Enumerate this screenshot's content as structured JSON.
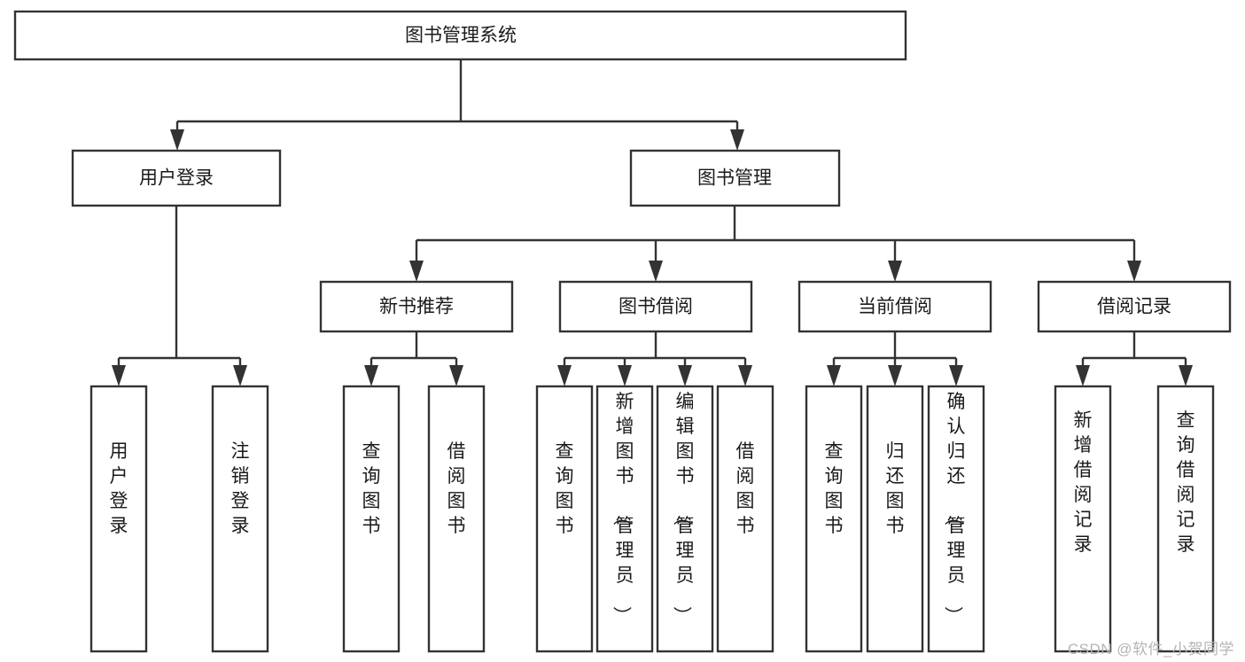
{
  "diagram": {
    "title": "图书管理系统",
    "type": "tree",
    "orientation": "top-down",
    "watermark": "CSDN @软件_小贺同学",
    "colors": {
      "background": "#ffffff",
      "box_fill": "#ffffff",
      "box_stroke": "#333333",
      "connector": "#333333",
      "text": "#1a1a1a",
      "watermark": "#b5b5b5"
    },
    "nodes": {
      "root": {
        "label": "图书管理系统",
        "level": 1,
        "text_orientation": "horizontal"
      },
      "n_user_login": {
        "label": "用户登录",
        "level": 2,
        "text_orientation": "horizontal"
      },
      "n_book_manage": {
        "label": "图书管理",
        "level": 2,
        "text_orientation": "horizontal"
      },
      "n_new_book_rec": {
        "label": "新书推荐",
        "level": 3,
        "text_orientation": "horizontal"
      },
      "n_book_borrow": {
        "label": "图书借阅",
        "level": 3,
        "text_orientation": "horizontal"
      },
      "n_current_borrow": {
        "label": "当前借阅",
        "level": 3,
        "text_orientation": "horizontal"
      },
      "n_borrow_record": {
        "label": "借阅记录",
        "level": 3,
        "text_orientation": "horizontal"
      },
      "l_user_login": {
        "label": "用户登录",
        "level": 4,
        "text_orientation": "vertical"
      },
      "l_logout": {
        "label": "注销登录",
        "level": 4,
        "text_orientation": "vertical"
      },
      "l_query_book_1": {
        "label": "查询图书",
        "level": 4,
        "text_orientation": "vertical"
      },
      "l_borrow_book_1": {
        "label": "借阅图书",
        "level": 4,
        "text_orientation": "vertical"
      },
      "l_query_book_2": {
        "label": "查询图书",
        "level": 4,
        "text_orientation": "vertical"
      },
      "l_add_book": {
        "label": "新增图书（管理员）",
        "level": 4,
        "text_orientation": "vertical"
      },
      "l_edit_book": {
        "label": "编辑图书（管理员）",
        "level": 4,
        "text_orientation": "vertical"
      },
      "l_borrow_book_2": {
        "label": "借阅图书",
        "level": 4,
        "text_orientation": "vertical"
      },
      "l_query_book_3": {
        "label": "查询图书",
        "level": 4,
        "text_orientation": "vertical"
      },
      "l_return_book": {
        "label": "归还图书",
        "level": 4,
        "text_orientation": "vertical"
      },
      "l_confirm_return": {
        "label": "确认归还（管理员）",
        "level": 4,
        "text_orientation": "vertical"
      },
      "l_add_record": {
        "label": "新增借阅记录",
        "level": 4,
        "text_orientation": "vertical"
      },
      "l_query_record": {
        "label": "查询借阅记录",
        "level": 4,
        "text_orientation": "vertical"
      }
    },
    "edges": [
      {
        "from": "root",
        "to": "n_user_login"
      },
      {
        "from": "root",
        "to": "n_book_manage"
      },
      {
        "from": "n_user_login",
        "to": "l_user_login"
      },
      {
        "from": "n_user_login",
        "to": "l_logout"
      },
      {
        "from": "n_book_manage",
        "to": "n_new_book_rec"
      },
      {
        "from": "n_book_manage",
        "to": "n_book_borrow"
      },
      {
        "from": "n_book_manage",
        "to": "n_current_borrow"
      },
      {
        "from": "n_book_manage",
        "to": "n_borrow_record"
      },
      {
        "from": "n_new_book_rec",
        "to": "l_query_book_1"
      },
      {
        "from": "n_new_book_rec",
        "to": "l_borrow_book_1"
      },
      {
        "from": "n_book_borrow",
        "to": "l_query_book_2"
      },
      {
        "from": "n_book_borrow",
        "to": "l_add_book"
      },
      {
        "from": "n_book_borrow",
        "to": "l_edit_book"
      },
      {
        "from": "n_book_borrow",
        "to": "l_borrow_book_2"
      },
      {
        "from": "n_current_borrow",
        "to": "l_query_book_3"
      },
      {
        "from": "n_current_borrow",
        "to": "l_return_book"
      },
      {
        "from": "n_current_borrow",
        "to": "l_confirm_return"
      },
      {
        "from": "n_borrow_record",
        "to": "l_add_record"
      },
      {
        "from": "n_borrow_record",
        "to": "l_query_record"
      }
    ]
  }
}
